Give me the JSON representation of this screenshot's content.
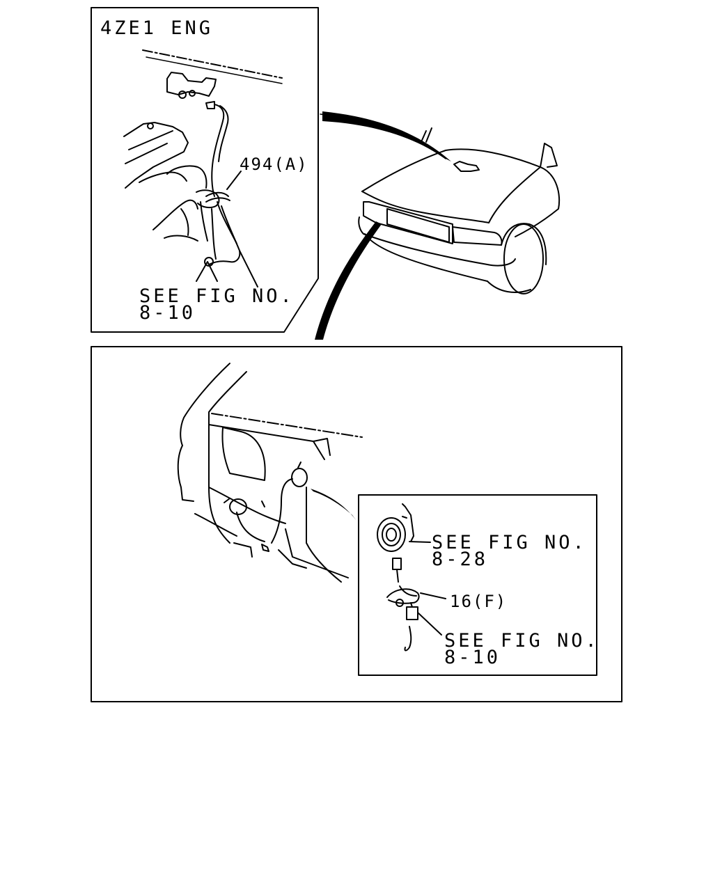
{
  "top_panel": {
    "title": "4ZE1 ENG",
    "callout_clip": "494(A)",
    "ref_line1": "SEE FIG NO.",
    "ref_line2": "8-10"
  },
  "bottom_panel": {
    "inset": {
      "horn_ref_line1": "SEE FIG NO.",
      "horn_ref_line2": "8-28",
      "callout_clip": "16(F)",
      "harness_ref_line1": "SEE FIG NO.",
      "harness_ref_line2": "8-10"
    }
  }
}
